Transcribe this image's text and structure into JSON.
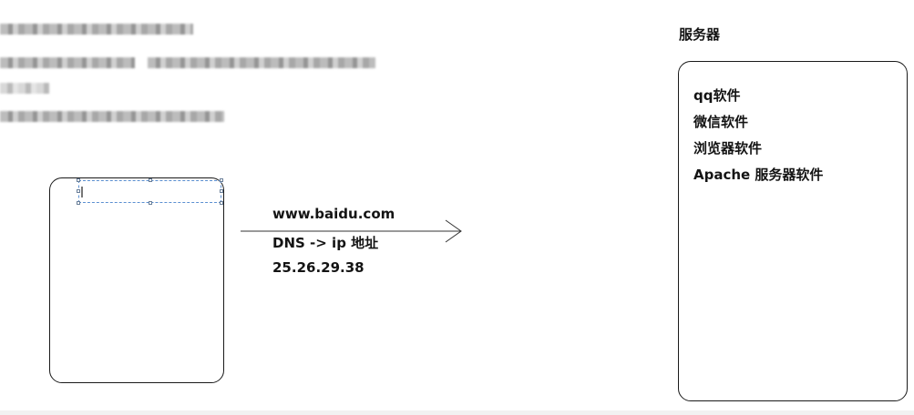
{
  "client": {},
  "request": {
    "url": "www.baidu.com",
    "dns": "DNS -> ip 地址",
    "ip": "25.26.29.38"
  },
  "server": {
    "title": "服务器",
    "items": [
      "qq软件",
      "微信软件",
      "浏览器软件",
      "Apache 服务器软件"
    ]
  }
}
